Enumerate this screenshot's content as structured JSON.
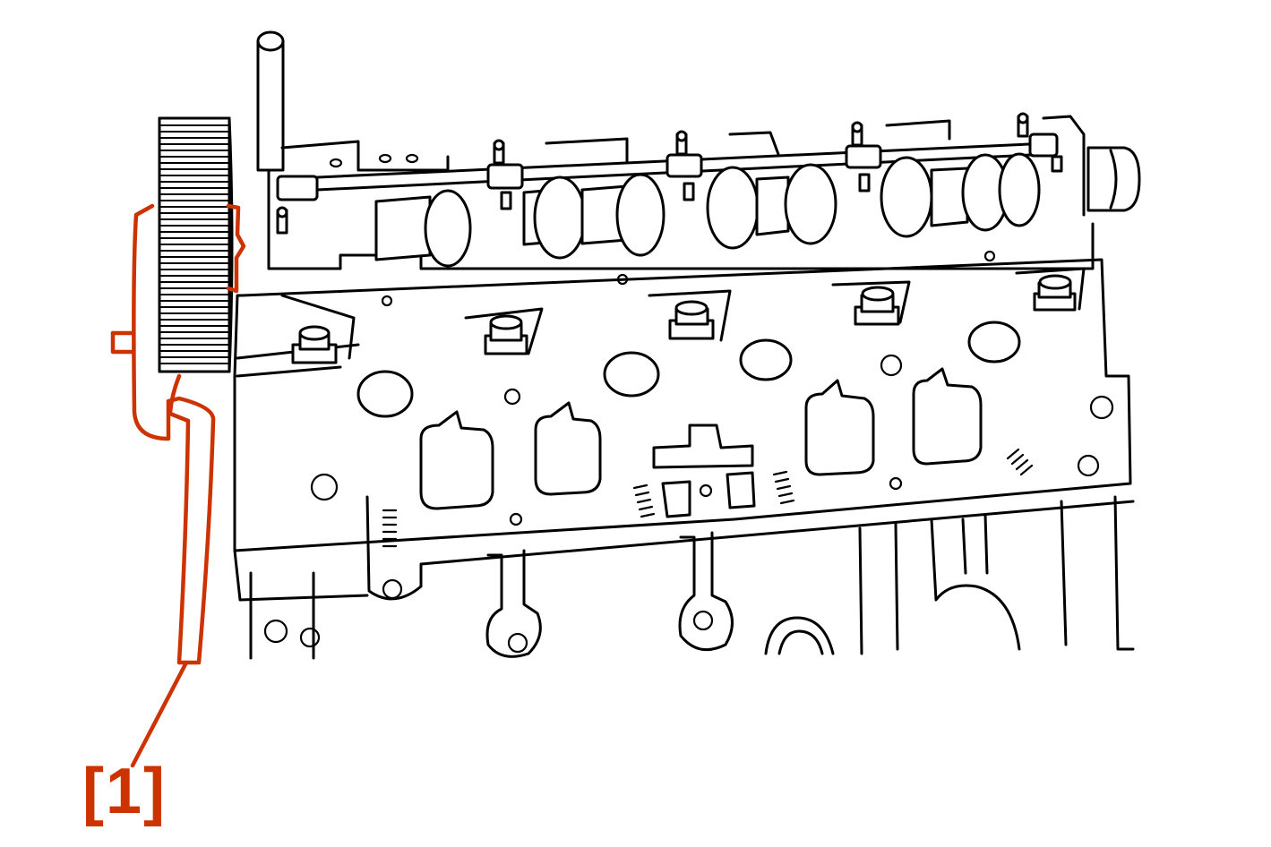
{
  "callout": {
    "label": "[1]"
  },
  "colors": {
    "highlight": "#cc3300",
    "line": "#000000",
    "background": "#ffffff"
  },
  "icons": [
    "timing-gear",
    "locking-tool",
    "cylinder-head",
    "camshaft"
  ]
}
